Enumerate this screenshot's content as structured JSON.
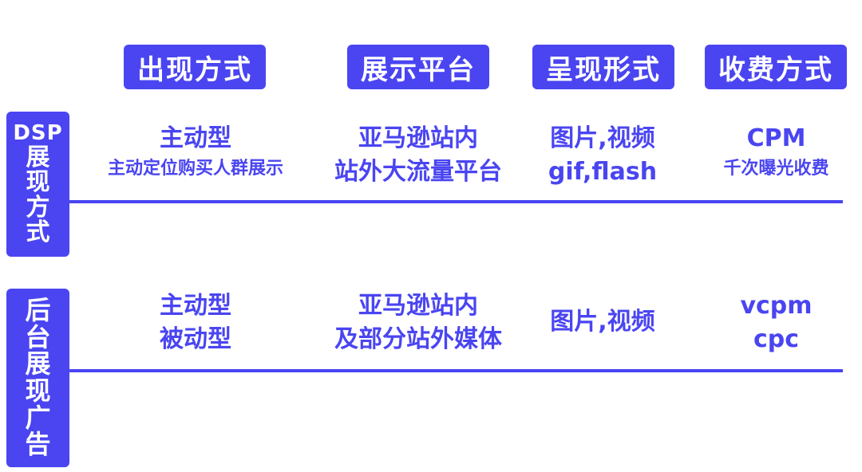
{
  "headers": [
    "出现方式",
    "展示平台",
    "呈现形式",
    "收费方式"
  ],
  "rows": [
    {
      "side_label_lines": [
        "DSP",
        "展",
        "现",
        "方",
        "式"
      ],
      "cells": [
        {
          "lines": [
            "主动型",
            "主动定位购买人群展示"
          ],
          "sizes": [
            "big",
            "small"
          ]
        },
        {
          "lines": [
            "亚马逊站内",
            "站外大流量平台"
          ],
          "sizes": [
            "big",
            "big"
          ]
        },
        {
          "lines": [
            "图片,视频",
            "gif,flash"
          ],
          "sizes": [
            "big",
            "big"
          ]
        },
        {
          "lines": [
            "CPM",
            "千次曝光收费"
          ],
          "sizes": [
            "big",
            "small"
          ]
        }
      ]
    },
    {
      "side_label_lines": [
        "后",
        "台",
        "展",
        "现",
        "广",
        "告"
      ],
      "cells": [
        {
          "lines": [
            "主动型",
            "被动型"
          ],
          "sizes": [
            "big",
            "big"
          ]
        },
        {
          "lines": [
            "亚马逊站内",
            "及部分站外媒体"
          ],
          "sizes": [
            "big",
            "big"
          ]
        },
        {
          "lines": [
            "图片,视频"
          ],
          "sizes": [
            "big"
          ]
        },
        {
          "lines": [
            "vcpm",
            "cpc"
          ],
          "sizes": [
            "big",
            "big"
          ]
        }
      ]
    }
  ],
  "colors": {
    "accent": "#4a45f1",
    "background": "#ffffff"
  }
}
